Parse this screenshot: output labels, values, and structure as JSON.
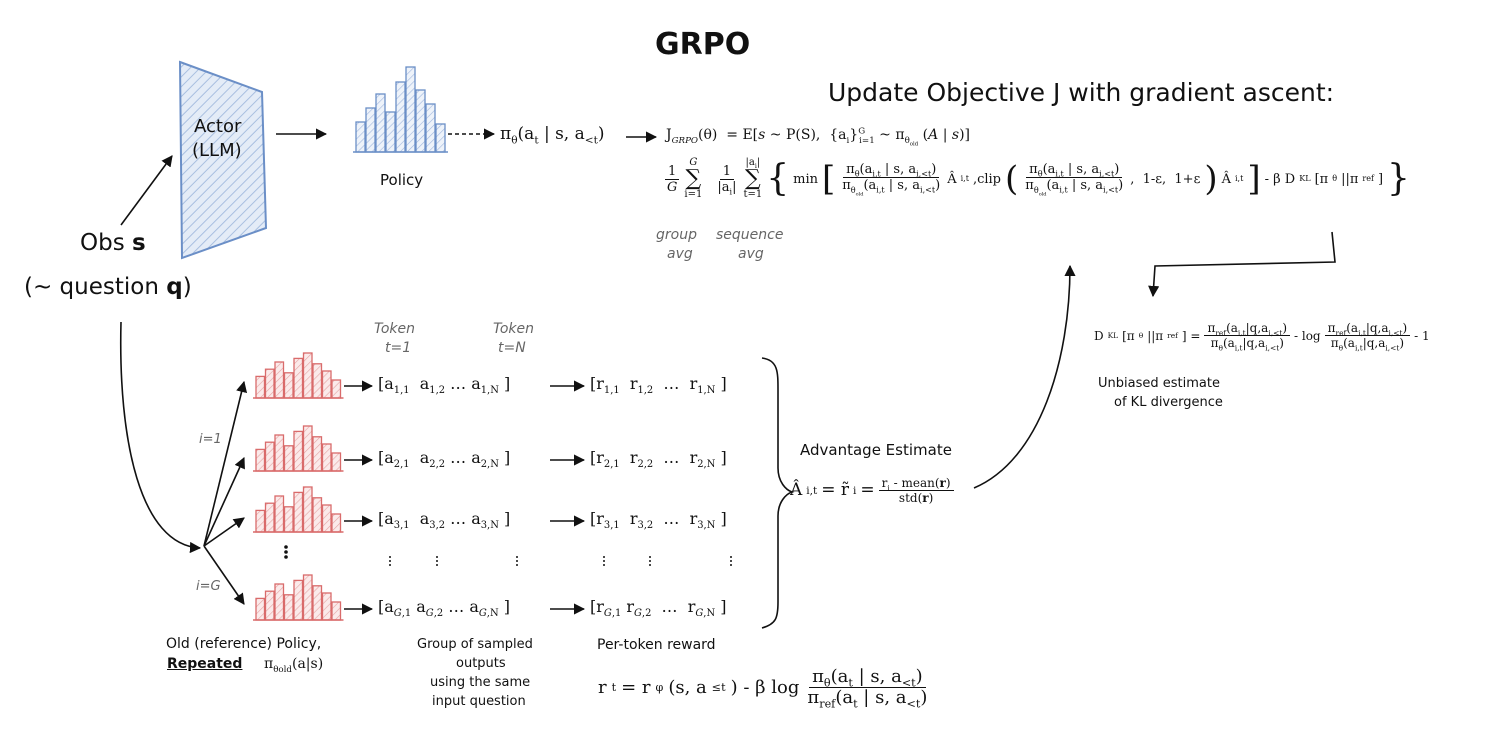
{
  "title": "GRPO",
  "update_heading": "Update Objective J with gradient ascent:",
  "actor": {
    "line1": "Actor",
    "line2": "(LLM)"
  },
  "policy_label": "Policy",
  "obs": {
    "line1": "Obs s",
    "line2": "(~ question q)"
  },
  "pi_theta_expr": "πθ(at | s, a<t)",
  "objective": {
    "line1": "JGRPO(θ) = E[s ~ P(S), {ai}Gi=1 ~ πθold (A | s)]",
    "line2": "1/G ΣGi=1 1/|ai| Σ|ai|t=1 {min[ πθ(ai,t | s, ai,<t) / πθold(ai,t | s, ai,<t) Âi,t, clip( πθ(ai,t | s, ai,<t) / πθold(ai,t | s, ai,<t), 1-ε, 1+ε) Âi,t ] - β DKL[πθ||πref] }",
    "group_avg_1": "group",
    "group_avg_2": "avg",
    "seq_avg_1": "sequence",
    "seq_avg_2": "avg"
  },
  "kl": {
    "formula": "DKL[πθ||πref] = πref(ai,t|q,ai,<t)/πθ(ai,t|q,ai,<t) - log πref(ai,t|q,ai,<t)/πθ(ai,t|q,ai,<t) - 1",
    "caption_1": "Unbiased estimate",
    "caption_2": "of KL divergence"
  },
  "token_header_1": {
    "a": "Token",
    "b": "t=1"
  },
  "token_header_n": {
    "a": "Token",
    "b": "t=N"
  },
  "rows": [
    {
      "actions": "[a1,1  a1,2  …  a1,N ]",
      "rewards": "[r1,1  r1,2  …  r1,N ]"
    },
    {
      "actions": "[a2,1  a2,2  …  a2,N ]",
      "rewards": "[r2,1  r2,2  …  r2,N ]"
    },
    {
      "actions": "[a3,1  a3,2  …  a3,N ]",
      "rewards": "[r3,1  r3,2  …  r3,N ]"
    },
    {
      "actions": "[aG,1  aG,2  …  aG,N ]",
      "rewards": "[rG,1  rG,2  …  rG,N ]"
    }
  ],
  "i_eq_1": "i=1",
  "i_eq_G": "i=G",
  "advantage": {
    "heading": "Advantage Estimate",
    "formula": "Âi,t = r̃i = (ri - mean(r)) / std(r)"
  },
  "old_policy": {
    "line1": "Old (reference) Policy,",
    "repeated": "Repeated",
    "pi": "πθold(a|s)"
  },
  "group_outputs": {
    "line1": "Group of sampled",
    "line2": "outputs",
    "line3": "using the same",
    "line4": "input question"
  },
  "per_token_reward": "Per-token reward",
  "reward_formula": "rt = rφ(s, a≤t) - β log πθ(at | s, a<t) / πref(at | s, a<t)",
  "colors": {
    "actor_blue": "#6b8fc7",
    "actor_fill": "#dde7f5",
    "policy_red": "#d96b6b",
    "policy_fill": "#f6dada"
  }
}
